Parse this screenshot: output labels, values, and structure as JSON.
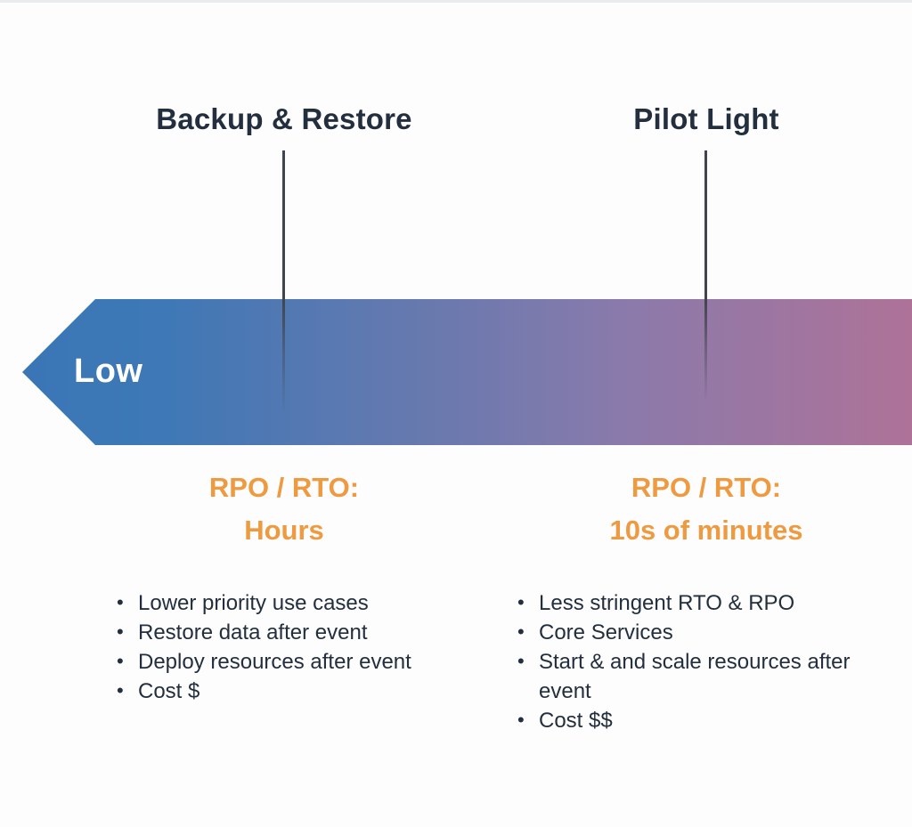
{
  "diagram": {
    "kind": "disaster-recovery-spectrum",
    "axis_left_label": "Low"
  },
  "colors": {
    "title_text": "#232f3e",
    "accent_orange": "#ee9a41",
    "connector_line": "#3f444d",
    "low_label_text": "#ffffff",
    "background": "#fdfdfd",
    "arrow_gradient": [
      "#3a76b6",
      "#3e78b6",
      "#6b79ae",
      "#8a7aab",
      "#ae7298"
    ]
  },
  "columns": [
    {
      "title": "Backup & Restore",
      "rpo_line1": "RPO / RTO:",
      "rpo_line2": "Hours",
      "bullets": [
        "Lower priority use cases",
        "Restore data after event",
        "Deploy resources after event",
        "Cost $"
      ]
    },
    {
      "title": "Pilot Light",
      "rpo_line1": "RPO / RTO:",
      "rpo_line2": "10s of minutes",
      "bullets": [
        "Less stringent RTO & RPO",
        "Core Services",
        "Start & and scale resources after event",
        "Cost $$"
      ]
    }
  ]
}
